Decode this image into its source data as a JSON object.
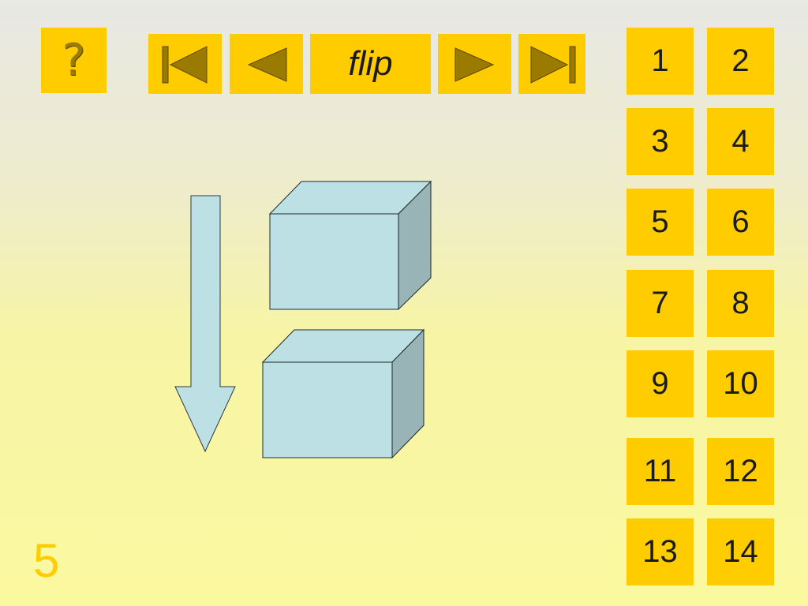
{
  "toolbar": {
    "help_icon": "question-mark-icon",
    "first_icon": "skip-to-first-icon",
    "prev_icon": "triangle-left-icon",
    "flip_label": "flip",
    "next_icon": "triangle-right-icon",
    "last_icon": "skip-to-last-icon"
  },
  "page_buttons": [
    "1",
    "2",
    "3",
    "4",
    "5",
    "6",
    "7",
    "8",
    "9",
    "10",
    "11",
    "12",
    "13",
    "14"
  ],
  "slide_number": "5",
  "colors": {
    "button": "#ffcc00",
    "button_icon": "#9a7b00",
    "shape_fill": "#bde0e4",
    "shape_side": "#98b4b6"
  },
  "illustration": {
    "arrow_icon": "down-arrow-icon",
    "shapes": [
      "box-top",
      "box-bottom"
    ]
  }
}
